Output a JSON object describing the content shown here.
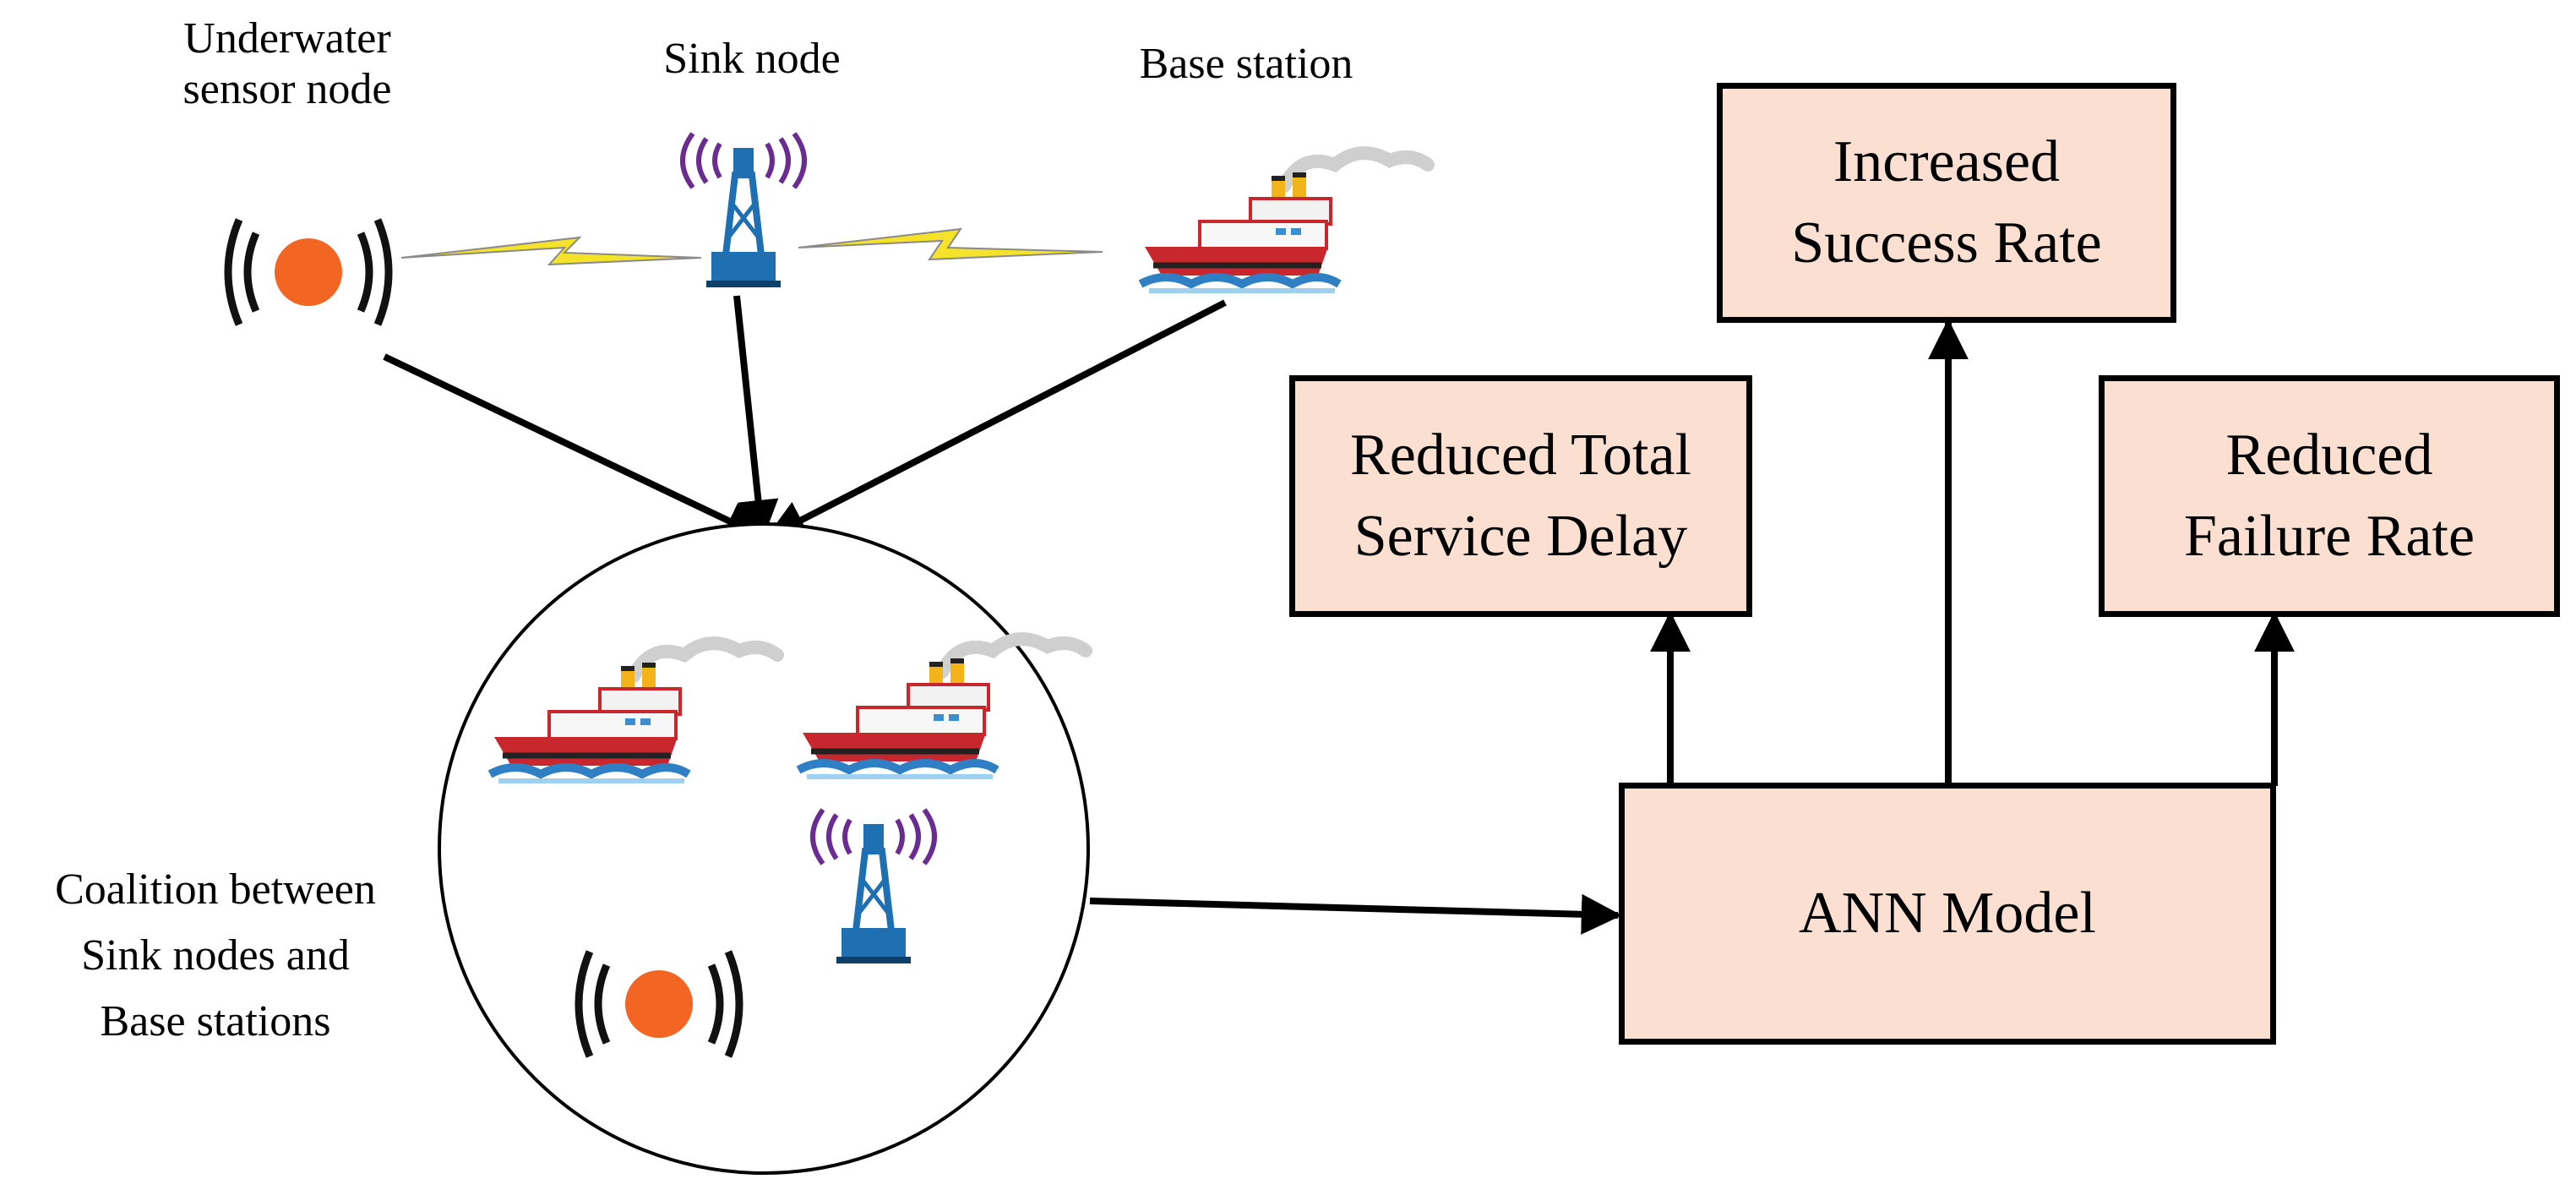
{
  "labels": {
    "underwater_sensor_node": [
      "Underwater",
      "sensor node"
    ],
    "sink_node": "Sink node",
    "base_station": "Base station",
    "coalition": [
      "Coalition between",
      "Sink nodes and",
      "Base stations"
    ]
  },
  "boxes": {
    "increased_success_rate": [
      "Increased",
      "Success Rate"
    ],
    "reduced_total_service_delay": [
      "Reduced Total",
      "Service Delay"
    ],
    "reduced_failure_rate": [
      "Reduced",
      "Failure Rate"
    ],
    "ann_model": "ANN Model"
  },
  "colors": {
    "box_fill": "#fbe0d2",
    "sensor_orange": "#f26522",
    "tower_blue": "#1f6fb3",
    "signal_purple": "#6b2c91",
    "ship_red": "#c8282d",
    "lightning_yellow": "#f5e32a",
    "water_blue": "#2f7fc4"
  },
  "icons": [
    "sensor-node-icon",
    "sink-node-tower-icon",
    "base-station-ship-icon",
    "lightning-link-icon"
  ]
}
